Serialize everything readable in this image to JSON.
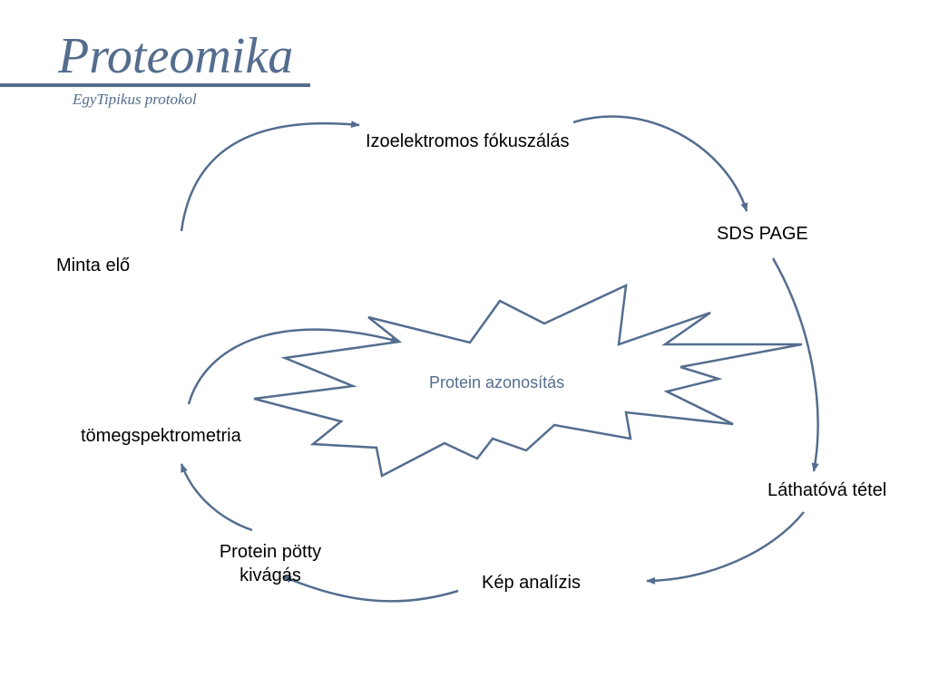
{
  "slide": {
    "title": "Proteomika",
    "subtitle": "EgyTipikus protokol"
  },
  "steps": [
    {
      "id": "minta",
      "label": "Minta elő"
    },
    {
      "id": "ief",
      "label": "Izoelektromos fókuszálás"
    },
    {
      "id": "sds",
      "label": "SDS PAGE"
    },
    {
      "id": "lathatova",
      "label": "Láthatóvá tétel"
    },
    {
      "id": "kep",
      "label": "Kép analízis"
    },
    {
      "id": "potty",
      "label_line1": "Protein pötty",
      "label_line2": "kivágás"
    },
    {
      "id": "tomeg",
      "label": "tömegspektrometria"
    }
  ],
  "center": {
    "label": "Protein azonosítás"
  },
  "colors": {
    "accent": "#546d8e",
    "text": "#000000",
    "background": "#ffffff"
  }
}
